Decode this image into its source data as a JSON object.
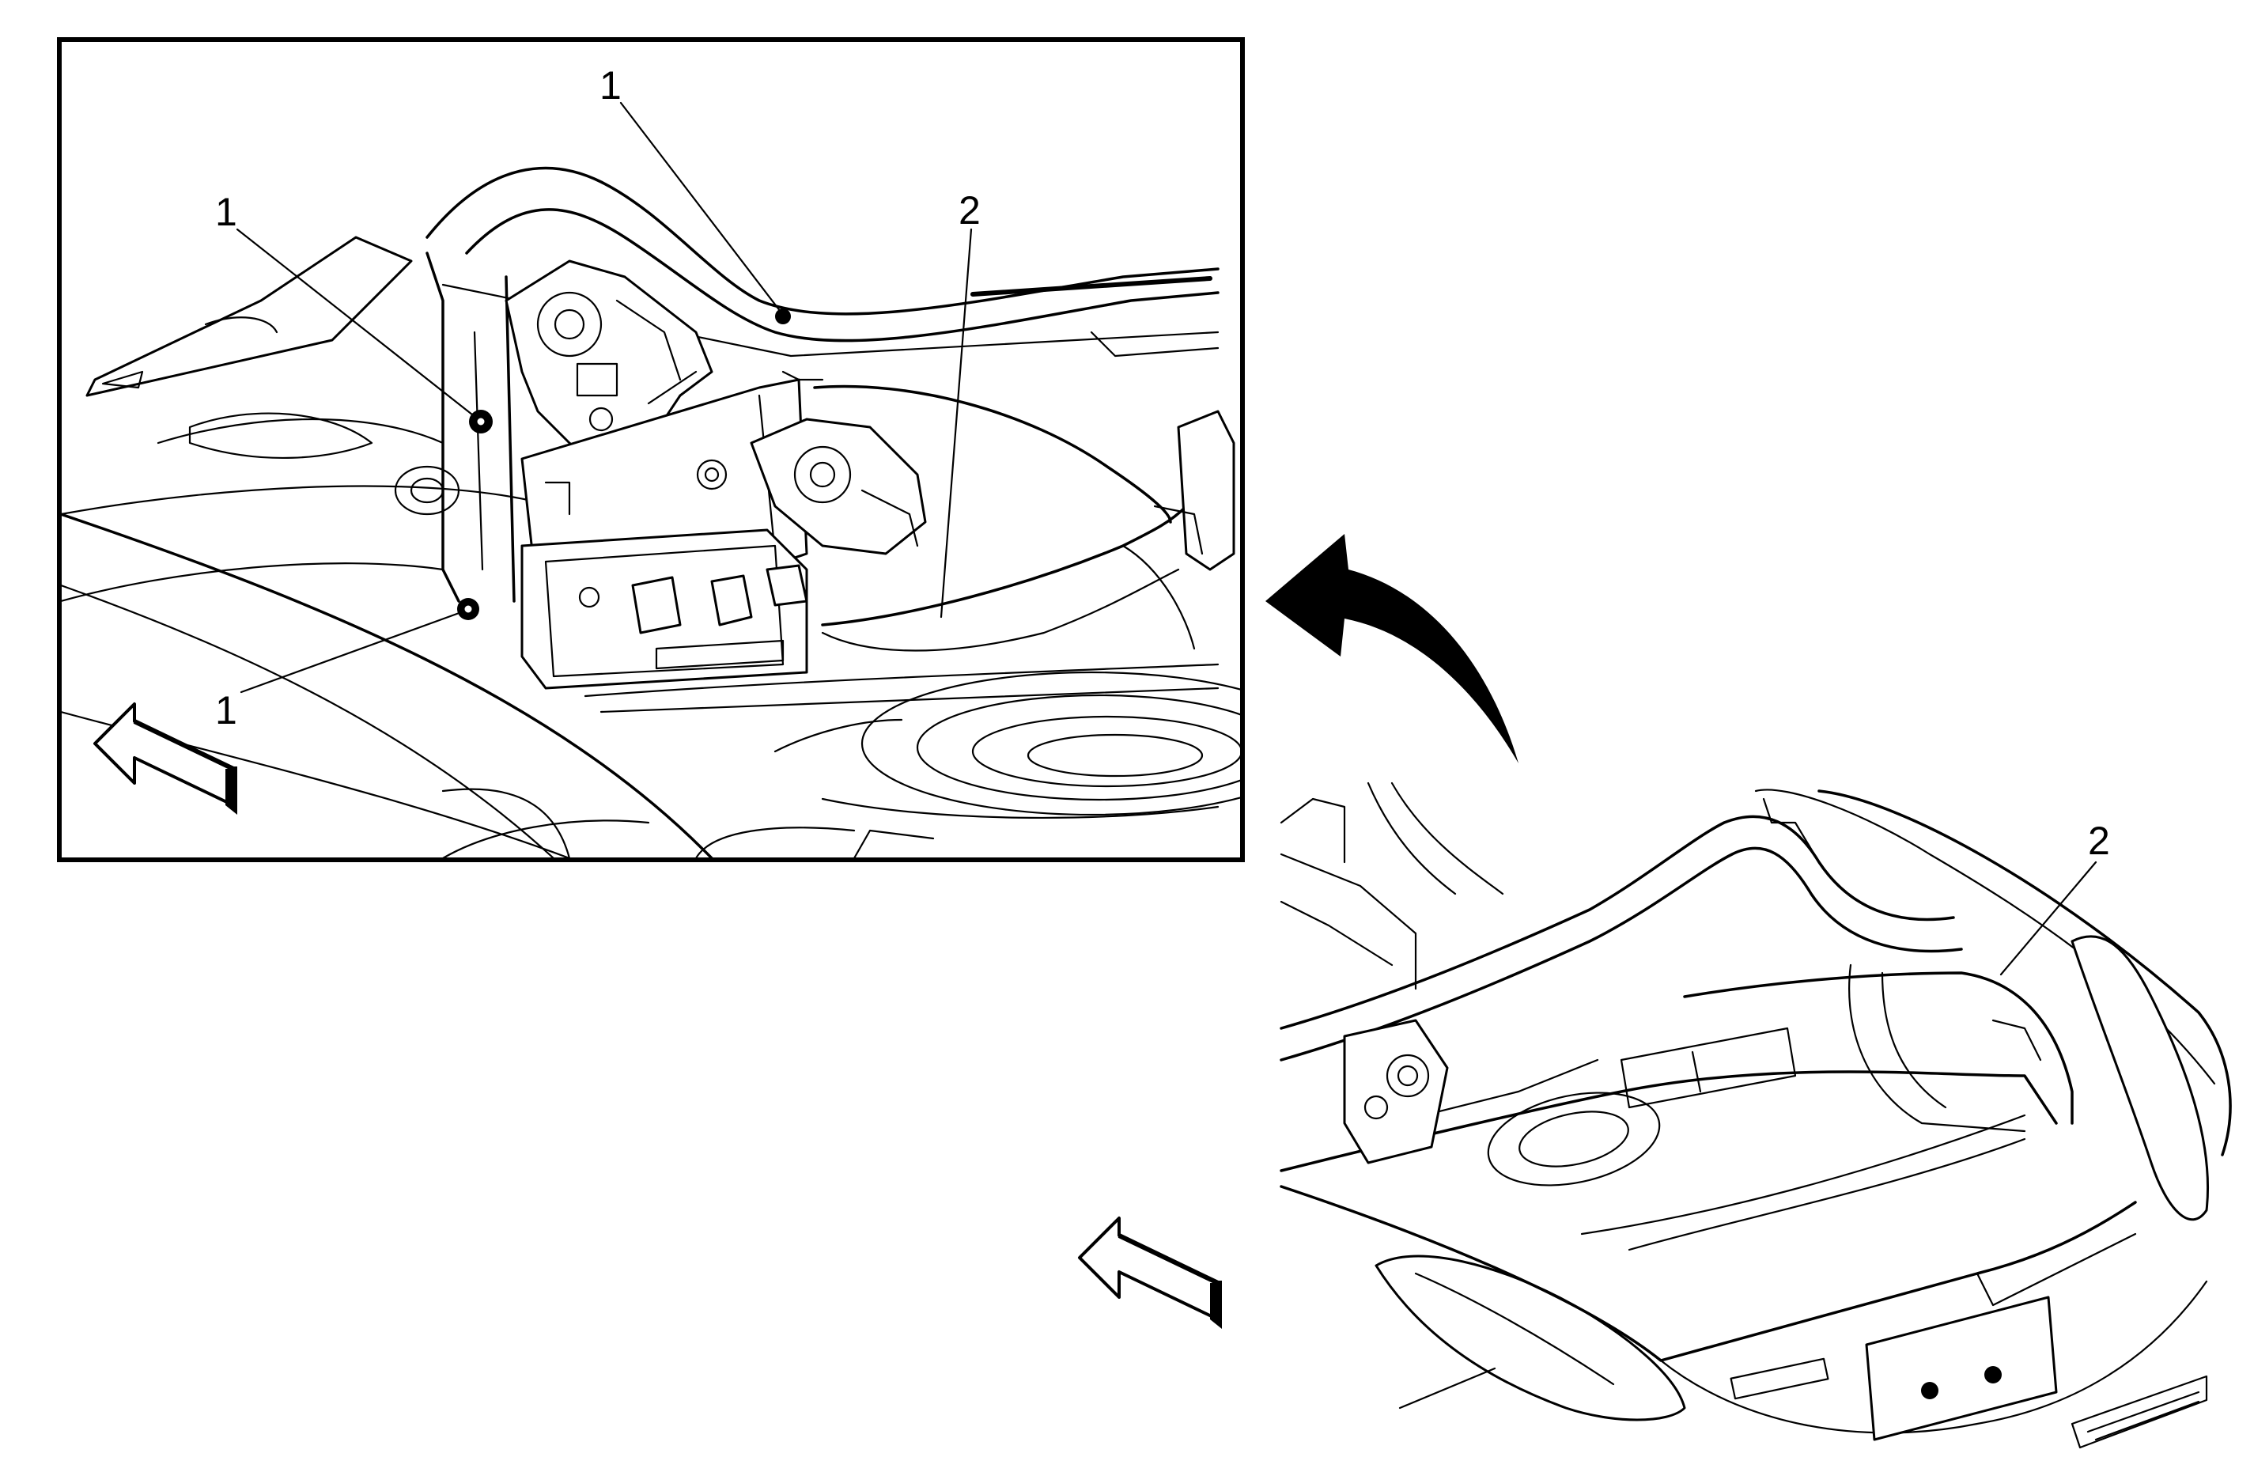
{
  "callouts": {
    "inset": {
      "fastener_top": "1",
      "fastener_left": "1",
      "fastener_bottom": "1",
      "harness": "2"
    },
    "overview": {
      "harness": "2"
    }
  },
  "icons": {
    "view_direction_arrow": "view-direction-arrow-icon",
    "zoom_arrow": "curved-zoom-arrow-icon"
  }
}
